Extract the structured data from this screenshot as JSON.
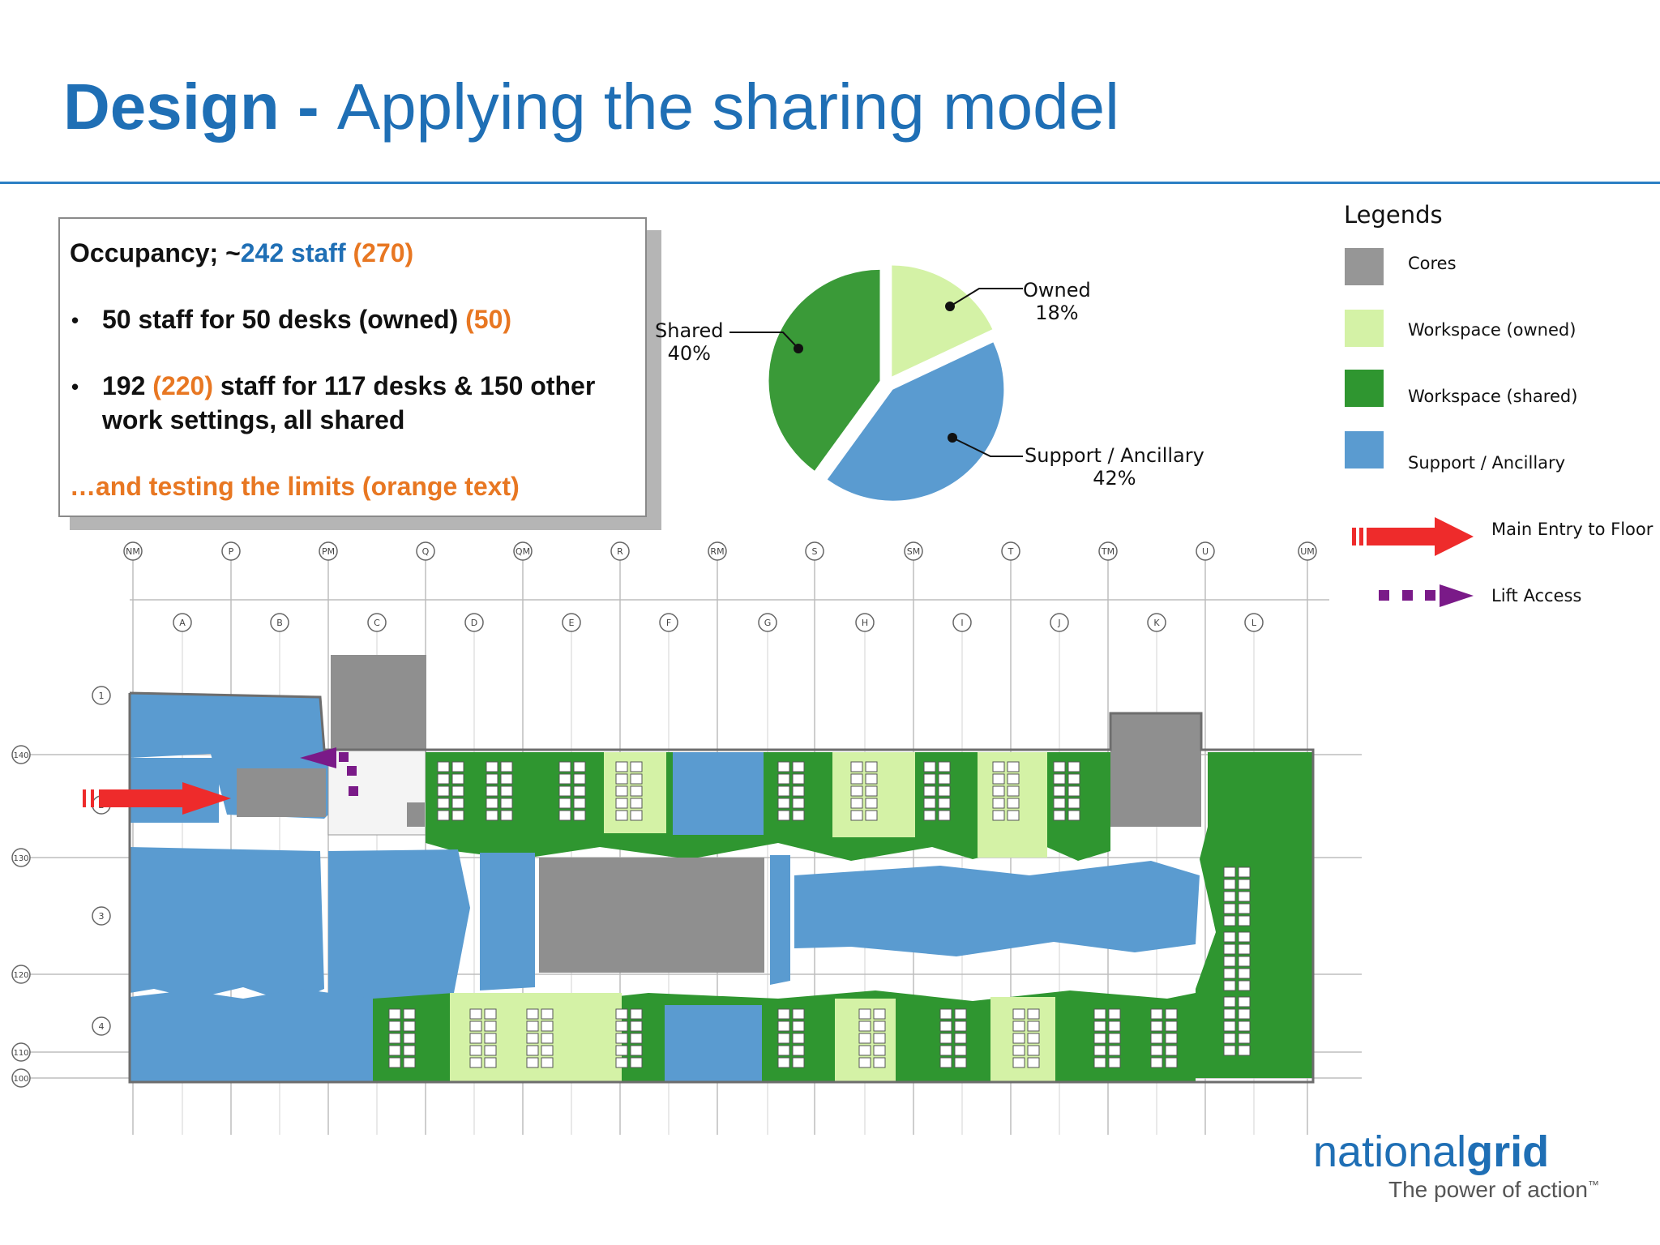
{
  "title": {
    "bold": "Design - ",
    "rest": "Applying the sharing model"
  },
  "occupancy": {
    "heading_prefix": "Occupancy; ~",
    "heading_staff": "242 staff",
    "heading_alt": "(270)",
    "bullet1_text": "50 staff for 50 desks (owned)",
    "bullet1_alt": "(50)",
    "bullet2_a": "192",
    "bullet2_alt": "(220)",
    "bullet2_b": "staff for 117 desks & 150 other",
    "bullet2_c": "work settings, all shared",
    "footer": "…and testing the limits (orange text)"
  },
  "chart_data": {
    "type": "pie",
    "slices": [
      {
        "label": "Owned",
        "value": 18,
        "display": "18%",
        "color": "#d4f2a6"
      },
      {
        "label": "Support / Ancillary",
        "value": 42,
        "display": "42%",
        "color": "#5a9bd0"
      },
      {
        "label": "Shared",
        "value": 40,
        "display": "40%",
        "color": "#3a9a38"
      }
    ]
  },
  "legend": {
    "title": "Legends",
    "items": [
      {
        "label": "Cores",
        "color": "#969696"
      },
      {
        "label": "Workspace (owned)",
        "color": "#d4f2a6"
      },
      {
        "label": "Workspace (shared)",
        "color": "#2f9630"
      },
      {
        "label": "Support / Ancillary",
        "color": "#5a9bd0"
      }
    ],
    "main_entry": "Main Entry to Floor",
    "lift_access": "Lift Access",
    "arrow_red": "#ee2b2b",
    "arrow_purple": "#7a1a88"
  },
  "floorplan": {
    "column_labels_top": [
      "NM",
      "P",
      "PM",
      "Q",
      "QM",
      "R",
      "RM",
      "S",
      "SM",
      "T",
      "TM",
      "U",
      "UM"
    ],
    "column_labels_bottom": [
      "A",
      "B",
      "C",
      "D",
      "E",
      "F",
      "G",
      "H",
      "I",
      "J",
      "K",
      "L"
    ],
    "row_labels": [
      "1",
      "2",
      "3",
      "4"
    ],
    "grid_refs": [
      "140",
      "130",
      "120",
      "110",
      "100"
    ]
  },
  "logo": {
    "part1": "national",
    "part2": "grid",
    "tagline": "The power of action",
    "tm": "™"
  }
}
